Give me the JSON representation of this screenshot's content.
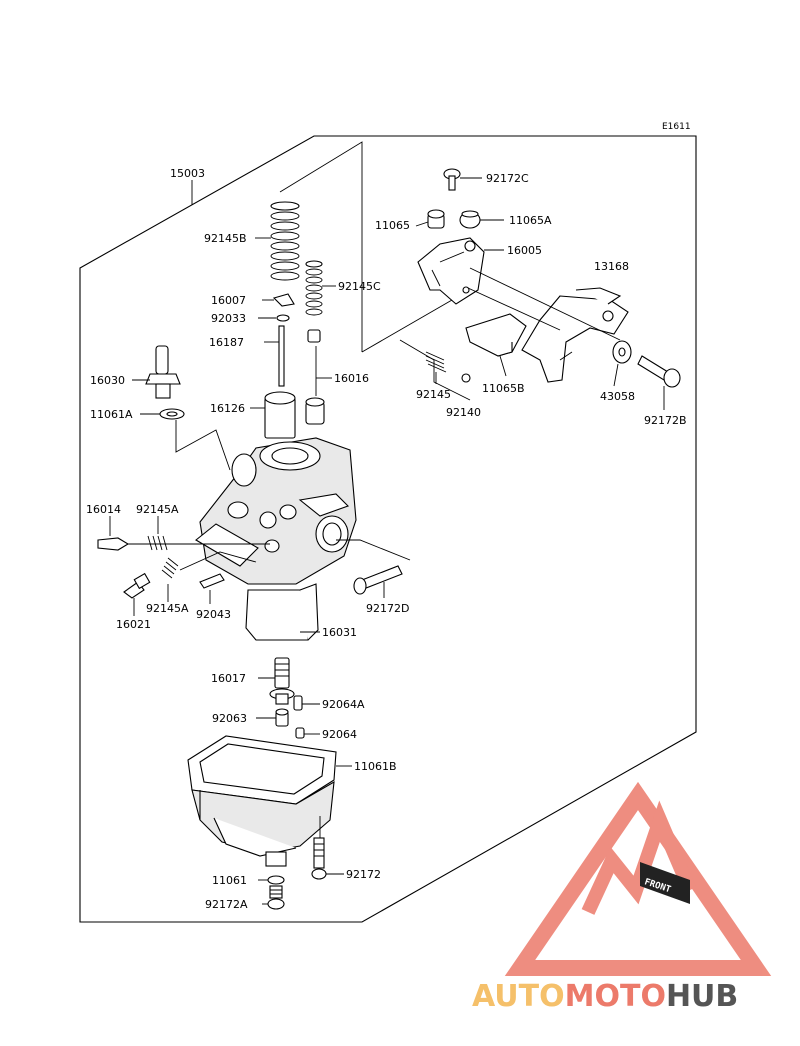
{
  "diagram": {
    "code": "E1611",
    "assembly_label": "15003",
    "parts": [
      {
        "id": "p92172C",
        "label": "92172C"
      },
      {
        "id": "p11065",
        "label": "11065"
      },
      {
        "id": "p11065A",
        "label": "11065A"
      },
      {
        "id": "p16005",
        "label": "16005"
      },
      {
        "id": "p13168",
        "label": "13168"
      },
      {
        "id": "p92145B",
        "label": "92145B"
      },
      {
        "id": "p92145C",
        "label": "92145C"
      },
      {
        "id": "p16007",
        "label": "16007"
      },
      {
        "id": "p92033",
        "label": "92033"
      },
      {
        "id": "p16187",
        "label": "16187"
      },
      {
        "id": "p16016",
        "label": "16016"
      },
      {
        "id": "p16030",
        "label": "16030"
      },
      {
        "id": "p11061A",
        "label": "11061A"
      },
      {
        "id": "p16126",
        "label": "16126"
      },
      {
        "id": "p92145",
        "label": "92145"
      },
      {
        "id": "p92140",
        "label": "92140"
      },
      {
        "id": "p11065B",
        "label": "11065B"
      },
      {
        "id": "p43058",
        "label": "43058"
      },
      {
        "id": "p92172B",
        "label": "92172B"
      },
      {
        "id": "p16014",
        "label": "16014"
      },
      {
        "id": "p92145A_1",
        "label": "92145A"
      },
      {
        "id": "p92145A_2",
        "label": "92145A"
      },
      {
        "id": "p16021",
        "label": "16021"
      },
      {
        "id": "p92043",
        "label": "92043"
      },
      {
        "id": "p92172D",
        "label": "92172D"
      },
      {
        "id": "p16031",
        "label": "16031"
      },
      {
        "id": "p16017",
        "label": "16017"
      },
      {
        "id": "p92064A",
        "label": "92064A"
      },
      {
        "id": "p92063",
        "label": "92063"
      },
      {
        "id": "p92064",
        "label": "92064"
      },
      {
        "id": "p11061B",
        "label": "11061B"
      },
      {
        "id": "p11061",
        "label": "11061"
      },
      {
        "id": "p92172",
        "label": "92172"
      },
      {
        "id": "p92172A",
        "label": "92172A"
      }
    ],
    "front_tag": "FRONT"
  },
  "watermark": {
    "part1": "AUTO",
    "part2": "MOTO",
    "part3": "HUB",
    "colors": {
      "auto": "#f5c06a",
      "moto": "#ec7a6a",
      "hub": "#555555",
      "triangle": "#ec7a6a"
    }
  }
}
